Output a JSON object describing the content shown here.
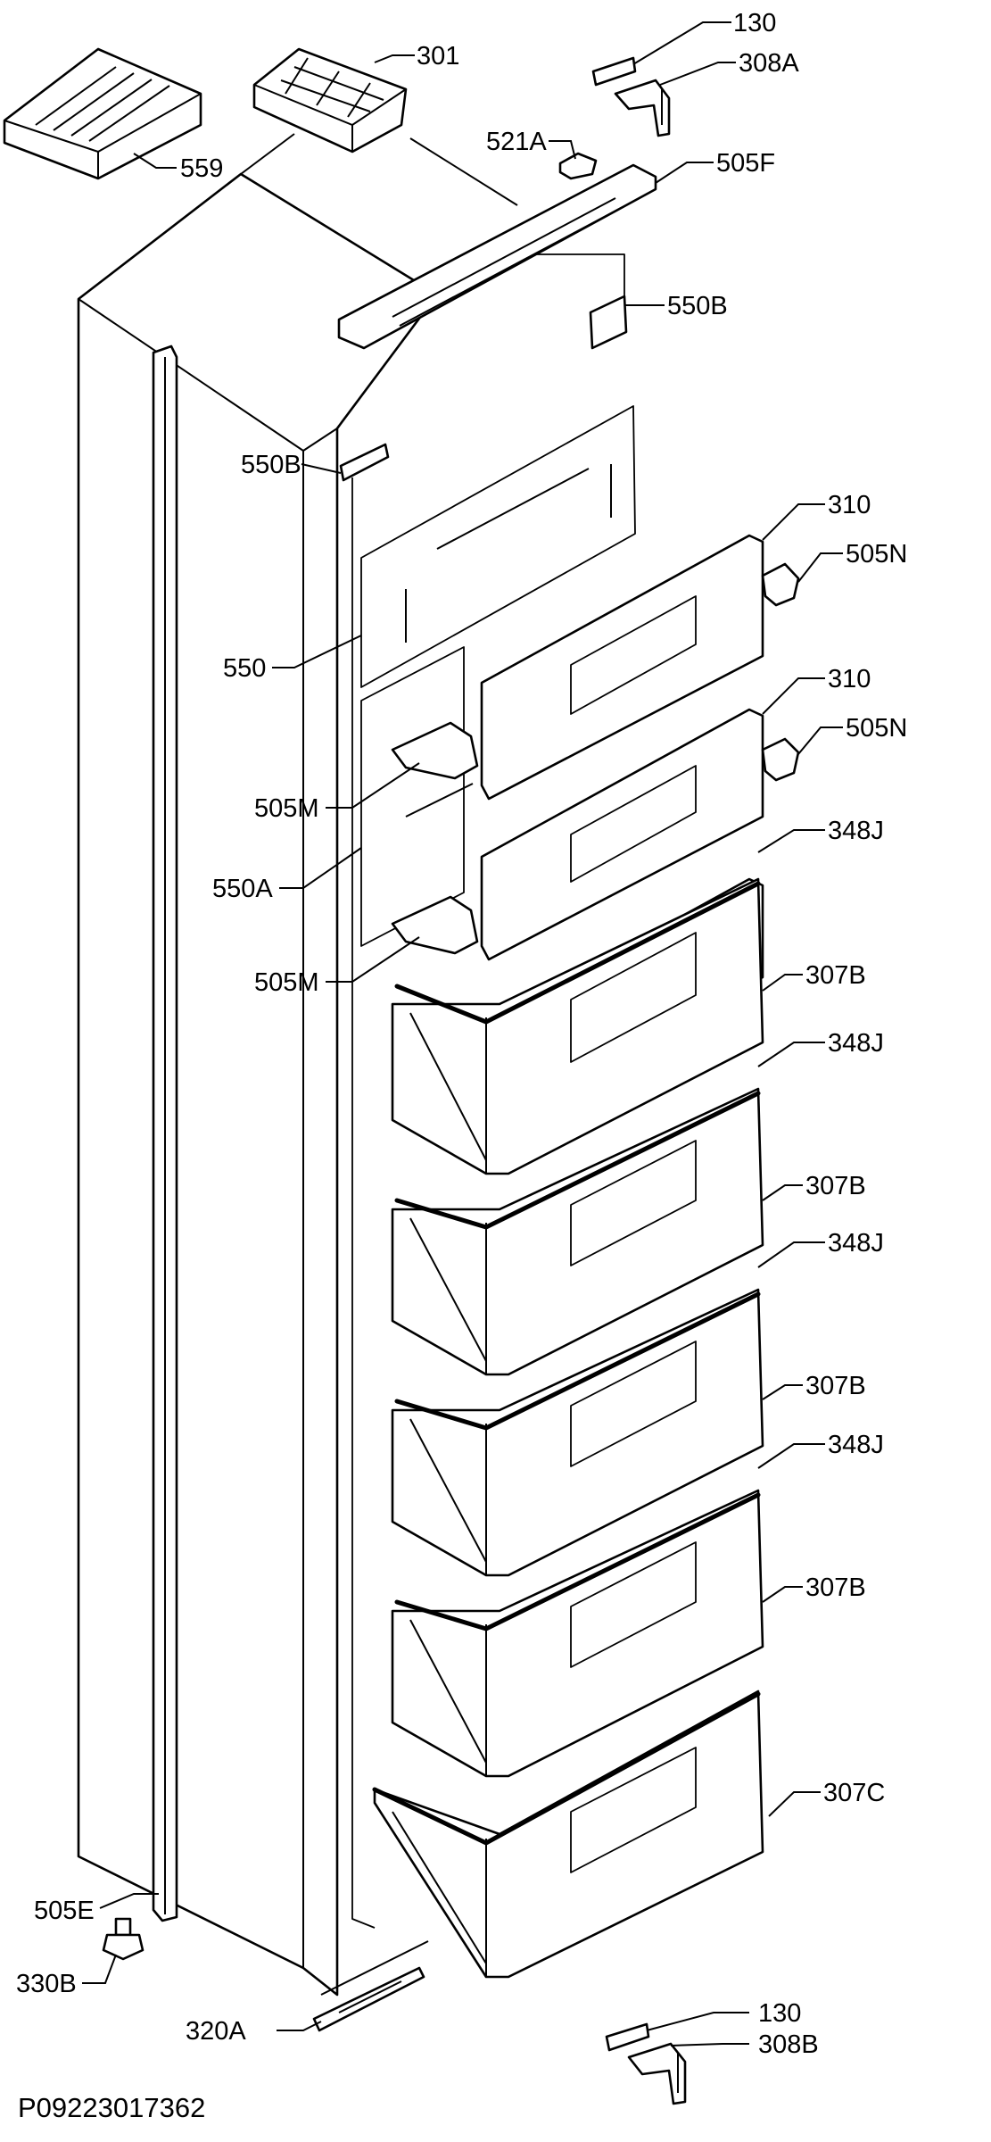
{
  "drawing_number": "P09223017362",
  "parts": [
    {
      "code": "130"
    },
    {
      "code": "308A"
    },
    {
      "code": "301"
    },
    {
      "code": "559"
    },
    {
      "code": "521A"
    },
    {
      "code": "505F"
    },
    {
      "code": "550B"
    },
    {
      "code": "550B"
    },
    {
      "code": "310"
    },
    {
      "code": "505N"
    },
    {
      "code": "550"
    },
    {
      "code": "310"
    },
    {
      "code": "505N"
    },
    {
      "code": "505M"
    },
    {
      "code": "348J"
    },
    {
      "code": "550A"
    },
    {
      "code": "505M"
    },
    {
      "code": "307B"
    },
    {
      "code": "348J"
    },
    {
      "code": "307B"
    },
    {
      "code": "348J"
    },
    {
      "code": "307B"
    },
    {
      "code": "348J"
    },
    {
      "code": "307B"
    },
    {
      "code": "307C"
    },
    {
      "code": "505E"
    },
    {
      "code": "330B"
    },
    {
      "code": "320A"
    },
    {
      "code": "130"
    },
    {
      "code": "308B"
    }
  ]
}
